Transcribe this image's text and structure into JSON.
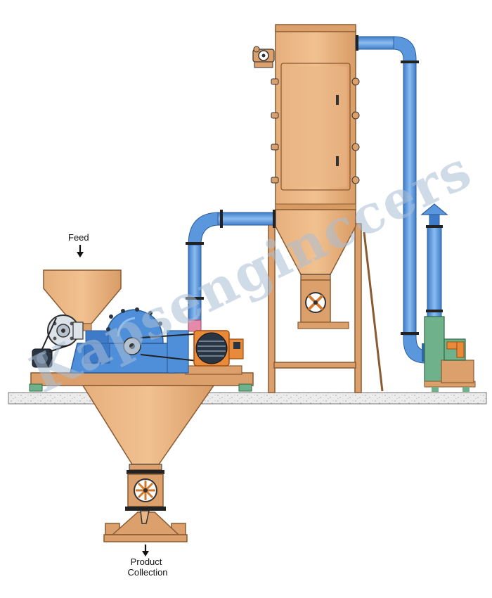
{
  "labels": {
    "feed": "Feed",
    "product_line1": "Product",
    "product_line2": "Collection"
  },
  "watermark": "Kapsenginccers",
  "colors": {
    "wood": "#dca06c",
    "wood_dark": "#8a5a30",
    "blue": "#4f8fd9",
    "blue_light": "#7fb2ec",
    "blue_dark": "#2c5f9e",
    "motor_green": "#6fb18a",
    "motor_orange": "#e88a3a",
    "floor": "#e9e9e9",
    "watermark": "#aabfd6"
  }
}
